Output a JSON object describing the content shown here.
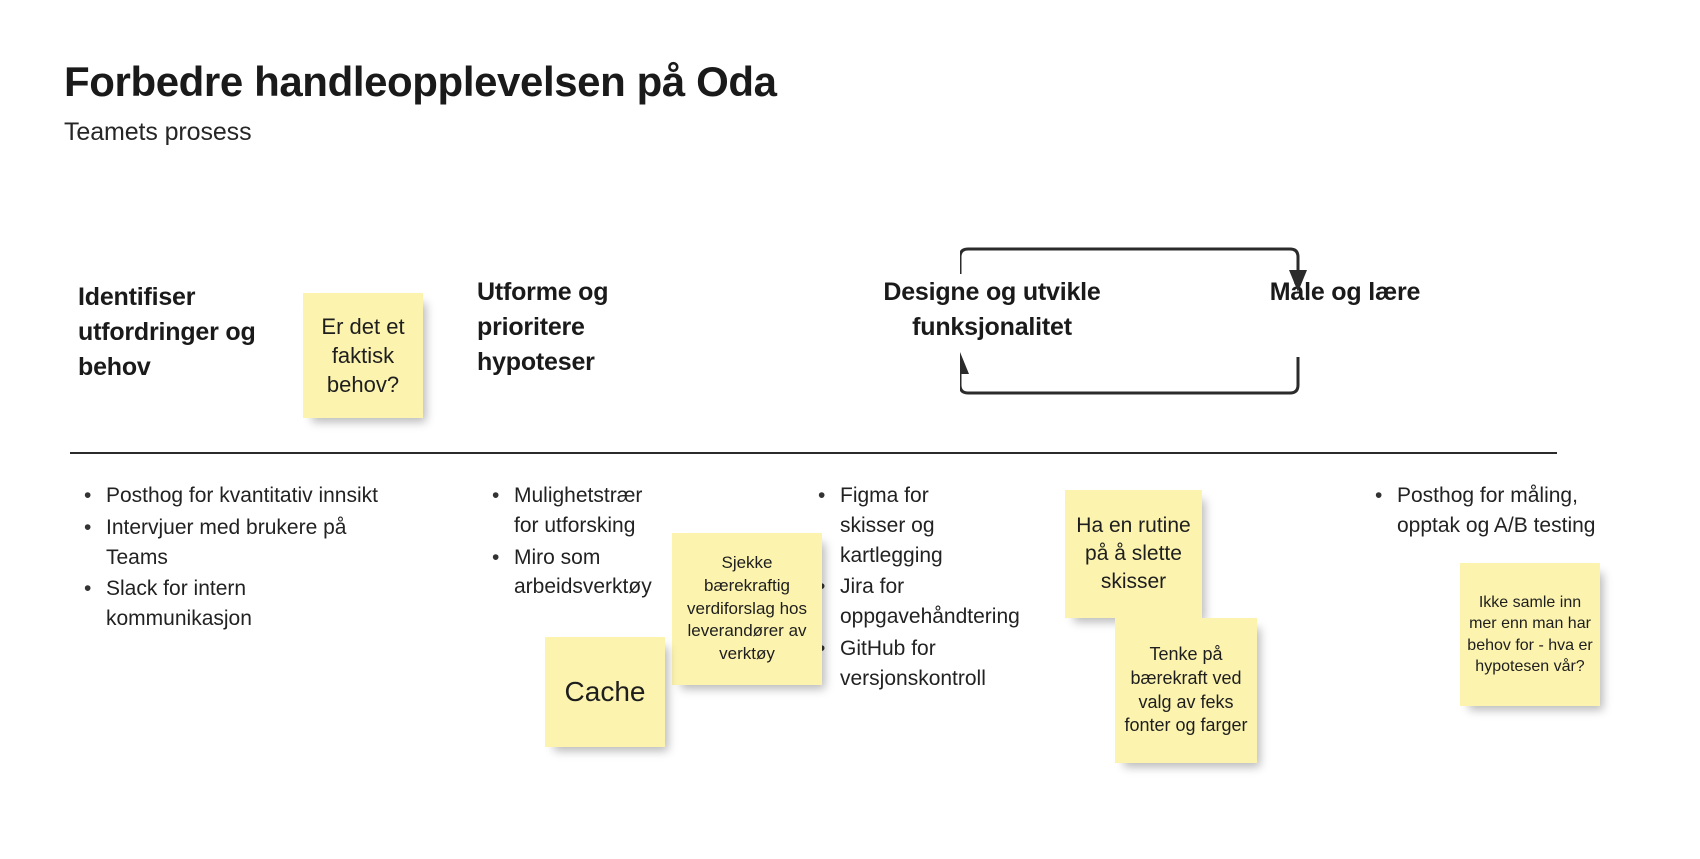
{
  "header": {
    "title": "Forbedre handleopplevelsen på Oda",
    "subtitle": "Teamets prosess"
  },
  "colors": {
    "sticky_note": "#fbf3ae",
    "text": "#1a1a1a",
    "divider": "#2b2b2b",
    "arrow": "#2b2b2b",
    "background": "#ffffff"
  },
  "phases": [
    {
      "id": "identifiser",
      "heading": "Identifiser utfordringer og behov",
      "bullets": [
        "Posthog for kvantitativ innsikt",
        "Intervjuer med brukere på Teams",
        "Slack for intern kommunikasjon"
      ]
    },
    {
      "id": "utforme",
      "heading": "Utforme og prioritere hypoteser",
      "bullets": [
        "Mulighetstrær for utforsking",
        "Miro som arbeidsverktøy"
      ]
    },
    {
      "id": "designe",
      "heading": "Designe og utvikle funksjonalitet",
      "bullets": [
        "Figma for skisser og kartlegging",
        "Jira for oppgavehåndtering",
        "GitHub for versjonskontroll"
      ]
    },
    {
      "id": "male",
      "heading": "Måle og lære",
      "bullets": [
        "Posthog for måling, opptak og A/B testing"
      ]
    }
  ],
  "sticky_notes": [
    {
      "id": "behov",
      "text": "Er det et faktisk behov?"
    },
    {
      "id": "sjekke",
      "text": "Sjekke bærekraftig verdiforslag hos leverandører av verktøy"
    },
    {
      "id": "cache",
      "text": "Cache"
    },
    {
      "id": "rutine",
      "text": "Ha en rutine på å slette skisser"
    },
    {
      "id": "tenke",
      "text": "Tenke på bærekraft ved valg av feks fonter og farger"
    },
    {
      "id": "ikke",
      "text": "Ikke samle inn mer enn man har behov for - hva er hypotesen vår?"
    }
  ],
  "loop_arrow": {
    "label": "feedback-loop-between-designe-and-male",
    "from": "Måle og lære",
    "to": "Designe og utvikle funksjonalitet"
  }
}
